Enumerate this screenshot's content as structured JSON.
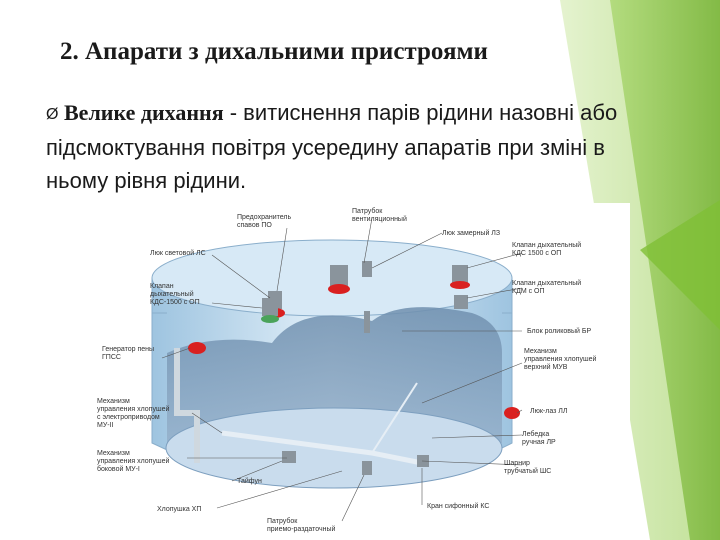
{
  "slide": {
    "title": "2. Апарати з дихальними пристроями",
    "bullet_symbol": "Ø",
    "bullet_term": "Велике дихання",
    "bullet_rest": " - витиснення парів рідини назовні або підсмоктування повітря усередину апаратів при зміні в ньому рівня рідини."
  },
  "figure_labels": {
    "l1": [
      "Предохранитель",
      "спавов ПО"
    ],
    "l2": [
      "Патрубок",
      "вентиляционный"
    ],
    "l3": [
      "Люк замерный ЛЗ"
    ],
    "l4": [
      "Люк световой ЛС"
    ],
    "l5": [
      "Клапан дыхательный",
      "КДС 1500 с ОП"
    ],
    "l6": [
      "Клапан",
      "дыхательный",
      "КДС-1500 с ОП"
    ],
    "l7": [
      "Клапан дыхательный",
      "КДМ с ОП"
    ],
    "l8": [
      "Блок роликовый БР"
    ],
    "l9": [
      "Генератор пены",
      "ГПСС"
    ],
    "l10": [
      "Механизм",
      "управления хлопушей",
      "верхний МУВ"
    ],
    "l11": [
      "Механизм",
      "управления хлопушей",
      "с электроприводом",
      "МУ-II"
    ],
    "l12": [
      "Люк-лаз ЛЛ"
    ],
    "l13": [
      "Лебедка",
      "ручная ЛР"
    ],
    "l14": [
      "Механизм",
      "управления хлопушей",
      "боковой МУ-I"
    ],
    "l15": [
      "Шарнир",
      "трубчатый ШС"
    ],
    "l16": [
      "Тайфун"
    ],
    "l17": [
      "Хлопушка ХП"
    ],
    "l18": [
      "Кран сифонный КС"
    ],
    "l19": [
      "Патрубок",
      "приемо-раздаточный"
    ]
  },
  "colors": {
    "accent_green": "#8cc63f",
    "tank_blue": "#b8d8ee",
    "valve_red": "#d92020"
  }
}
